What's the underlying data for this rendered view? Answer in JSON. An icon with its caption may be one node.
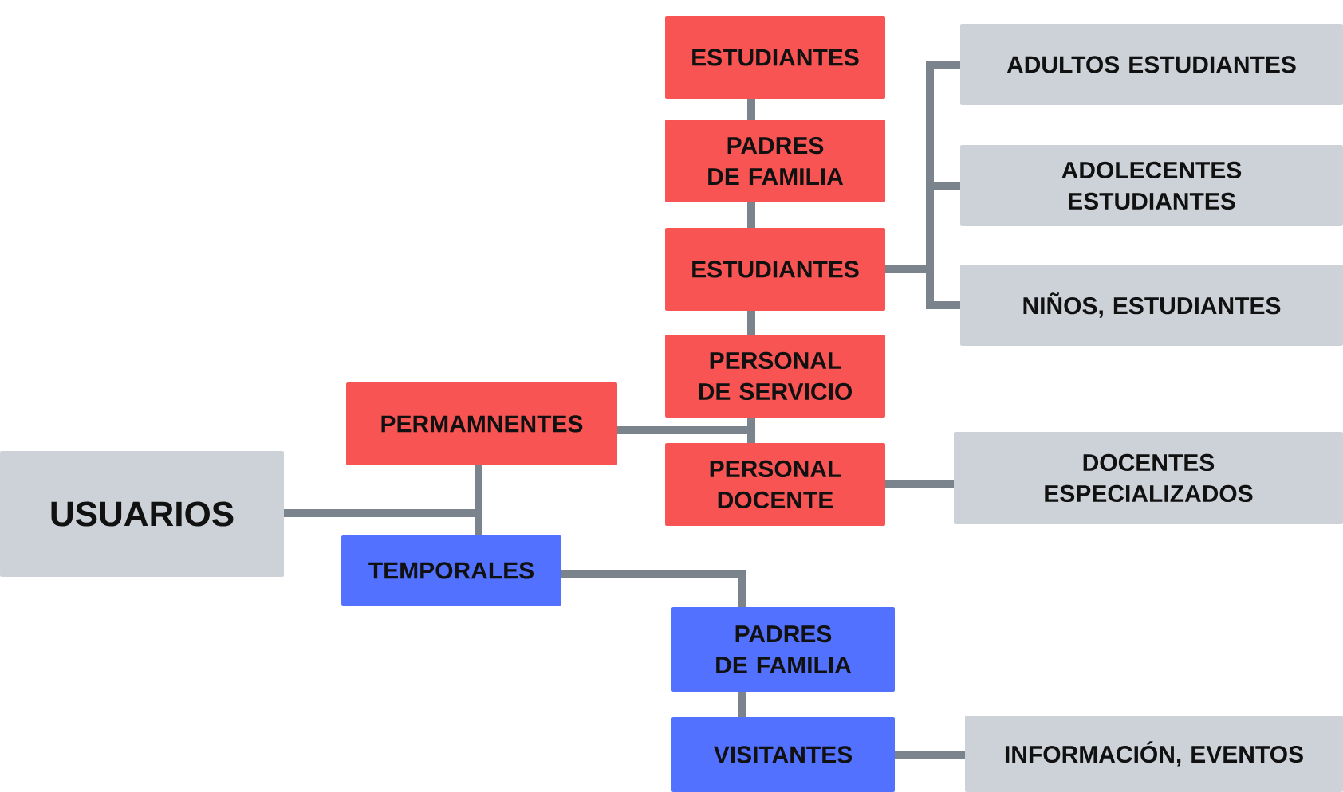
{
  "diagram": {
    "nodes": [
      {
        "text": [
          "USUARIOS"
        ]
      },
      {
        "text": [
          "PERMAMNENTES"
        ]
      },
      {
        "text": [
          "TEMPORALES"
        ]
      },
      {
        "text": [
          "ESTUDIANTES"
        ]
      },
      {
        "text": [
          "PADRES DE FAMILIA"
        ]
      },
      {
        "text": [
          "ESTUDIANTES"
        ]
      },
      {
        "text": [
          "PERSONAL DE SERVICIO"
        ]
      },
      {
        "text": [
          "PERSONAL DOCENTE"
        ]
      },
      {
        "text": [
          "PADRES DE FAMILIA"
        ]
      },
      {
        "text": [
          "VISITANTES"
        ]
      },
      {
        "text": [
          "ADULTOS ESTUDIANTES"
        ]
      },
      {
        "text": [
          "ADOLECENTES ESTUDIANTES"
        ]
      },
      {
        "text": [
          "NIÑOS, ESTUDIANTES"
        ]
      },
      {
        "text": [
          "DOCENTES ESPECIALIZADOS"
        ]
      },
      {
        "text": [
          "INFORMACIÓN, EVENTOS"
        ]
      }
    ],
    "edges": [
      {
        "from": 0,
        "to": 1,
        "arrow": "none"
      },
      {
        "from": 0,
        "to": 2,
        "arrow": "none"
      },
      {
        "from": 3,
        "to": 4,
        "arrow": "none"
      },
      {
        "from": 4,
        "to": 5,
        "arrow": "none"
      },
      {
        "from": 5,
        "to": 6,
        "arrow": "none"
      },
      {
        "from": 1,
        "to": 6,
        "arrow": "none"
      },
      {
        "from": 1,
        "to": 7,
        "arrow": "none"
      },
      {
        "from": 5,
        "to": 10,
        "arrow": "none"
      },
      {
        "from": 5,
        "to": 11,
        "arrow": "none"
      },
      {
        "from": 5,
        "to": 12,
        "arrow": "none"
      },
      {
        "from": 7,
        "to": 13,
        "arrow": "none"
      },
      {
        "from": 2,
        "to": 8,
        "arrow": "none"
      },
      {
        "from": 8,
        "to": 9,
        "arrow": "none"
      },
      {
        "from": 9,
        "to": 14,
        "arrow": "none"
      }
    ]
  }
}
